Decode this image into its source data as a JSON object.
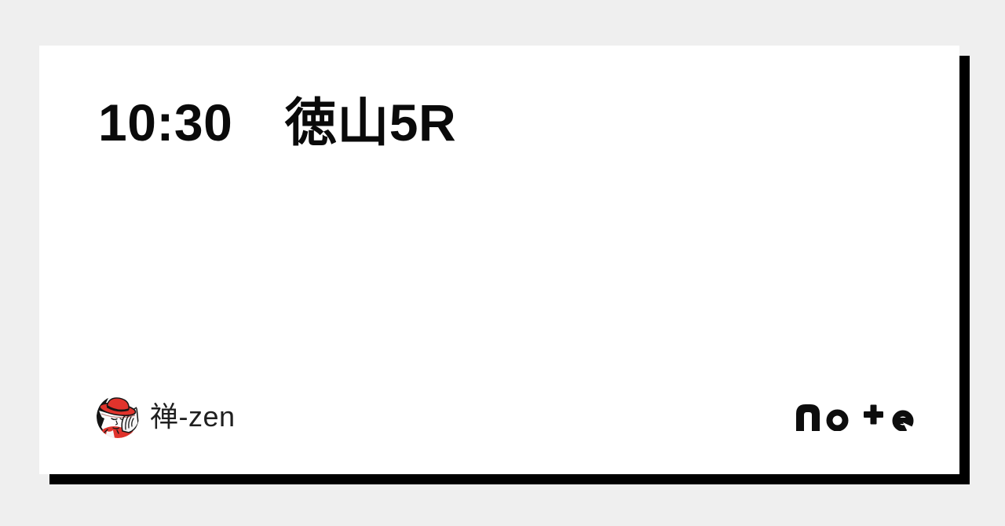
{
  "card": {
    "title": "10:30　徳山5R",
    "author": {
      "name": "禅-zen"
    },
    "brand": {
      "name": "note"
    }
  },
  "icons": {
    "avatar": "author-avatar-portrait-red-fedora",
    "logo": "note-logo-no-plus-e"
  },
  "colors": {
    "background": "#efefef",
    "card": "#ffffff",
    "shadow": "#000000",
    "title_text": "#0a0a0a",
    "author_text": "#1f1f1f",
    "logo": "#0d0d0d",
    "hat_red": "#e0332c"
  }
}
